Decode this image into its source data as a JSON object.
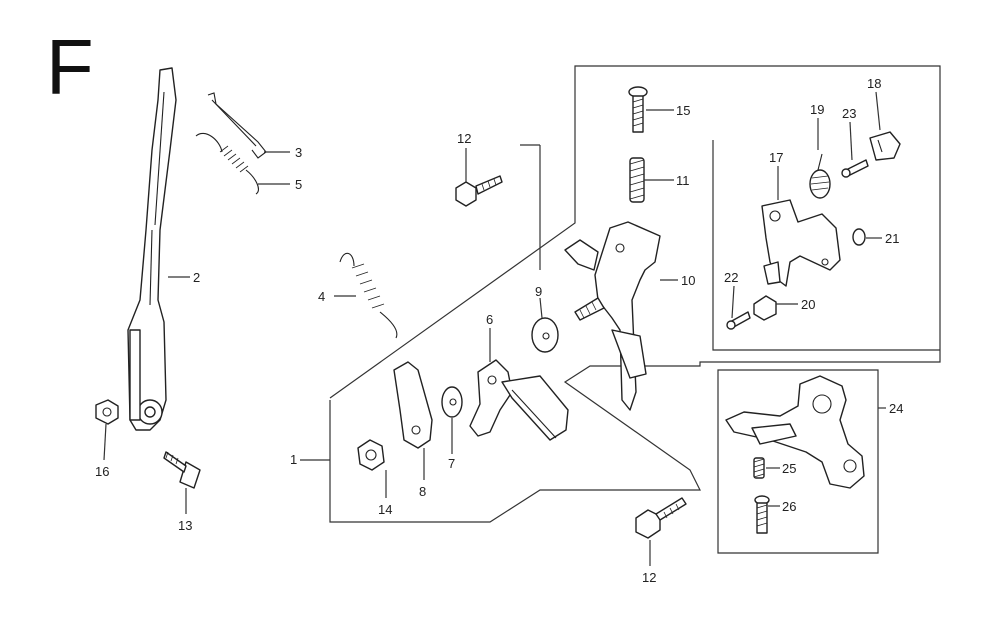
{
  "diagram": {
    "section_letter": "F",
    "callouts": [
      {
        "id": "c1",
        "label": "1"
      },
      {
        "id": "c2",
        "label": "2"
      },
      {
        "id": "c3",
        "label": "3"
      },
      {
        "id": "c4",
        "label": "4"
      },
      {
        "id": "c5",
        "label": "5"
      },
      {
        "id": "c6",
        "label": "6"
      },
      {
        "id": "c7",
        "label": "7"
      },
      {
        "id": "c8",
        "label": "8"
      },
      {
        "id": "c9",
        "label": "9"
      },
      {
        "id": "c10",
        "label": "10"
      },
      {
        "id": "c11",
        "label": "11"
      },
      {
        "id": "c12a",
        "label": "12"
      },
      {
        "id": "c12b",
        "label": "12"
      },
      {
        "id": "c13",
        "label": "13"
      },
      {
        "id": "c14",
        "label": "14"
      },
      {
        "id": "c15",
        "label": "15"
      },
      {
        "id": "c16",
        "label": "16"
      },
      {
        "id": "c17",
        "label": "17"
      },
      {
        "id": "c18",
        "label": "18"
      },
      {
        "id": "c19",
        "label": "19"
      },
      {
        "id": "c20",
        "label": "20"
      },
      {
        "id": "c21",
        "label": "21"
      },
      {
        "id": "c22",
        "label": "22"
      },
      {
        "id": "c23",
        "label": "23"
      },
      {
        "id": "c24",
        "label": "24"
      },
      {
        "id": "c25",
        "label": "25"
      },
      {
        "id": "c26",
        "label": "26"
      }
    ]
  }
}
